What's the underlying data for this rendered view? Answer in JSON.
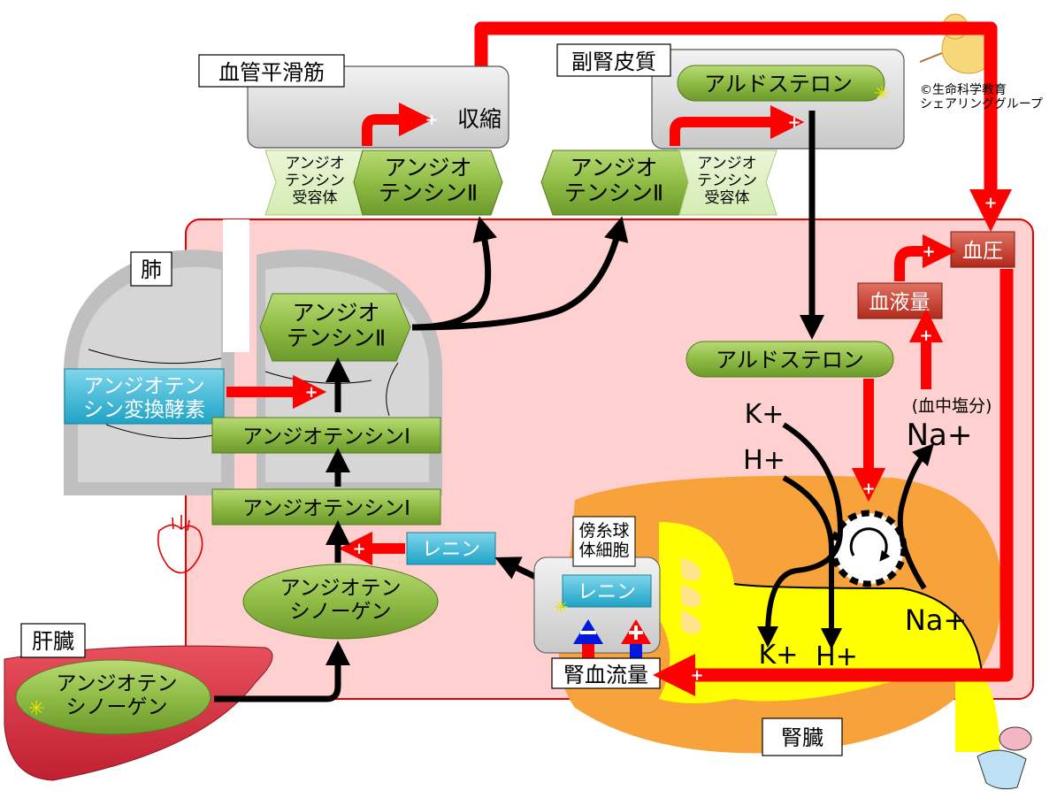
{
  "copyright": "©生命科学教育\nシェアリンググループ",
  "organs": {
    "vascular_smooth_muscle": "血管平滑筋",
    "adrenal_cortex": "副腎皮質",
    "lung": "肺",
    "liver": "肝臓",
    "kidney": "腎臓"
  },
  "molecules": {
    "contraction": "収縮",
    "aldosterone_adrenal": "アルドステロン",
    "aldosterone_blood": "アルドステロン",
    "at_receptor_1": "アンジオ\nテンシン\n受容体",
    "at_receptor_2": "アンジオ\nテンシン\n受容体",
    "at2_muscle": "アンジオ\nテンシンⅡ",
    "at2_adrenal": "アンジオ\nテンシンⅡ",
    "at2_lung": "アンジオ\nテンシンⅡ",
    "ace": "アンジオテン\nシン変換酵素",
    "at1_upper": "アンジオテンシンⅠ",
    "at1_lower": "アンジオテンシンⅠ",
    "renin_blood": "レニン",
    "renin_cell": "レニン",
    "juxtaglomerular": "傍糸球\n体細胞",
    "angiotensinogen_blood": "アンジオテン\nシノーゲン",
    "angiotensinogen_liver": "アンジオテン\nシノーゲン",
    "renal_blood_flow": "腎血流量",
    "blood_pressure": "血圧",
    "blood_volume": "血液量",
    "blood_salt": "(血中塩分)"
  },
  "ions": {
    "k_plus_top": "K+",
    "h_plus_top": "H+",
    "na_plus_top": "Na+",
    "na_plus_bottom": "Na+",
    "k_plus_bottom": "K+",
    "h_plus_bottom": "H+"
  },
  "signs": {
    "plus": "+",
    "minus": "−"
  },
  "colors": {
    "arrow_red": "#ff0000",
    "blood_pink": "#ffd0d0",
    "green_box": "#8fbc45",
    "blue_box": "#3bbcd8",
    "red_box": "#c0392b",
    "kidney_orange": "#f7a23b",
    "kidney_yellow": "#ffff00"
  }
}
